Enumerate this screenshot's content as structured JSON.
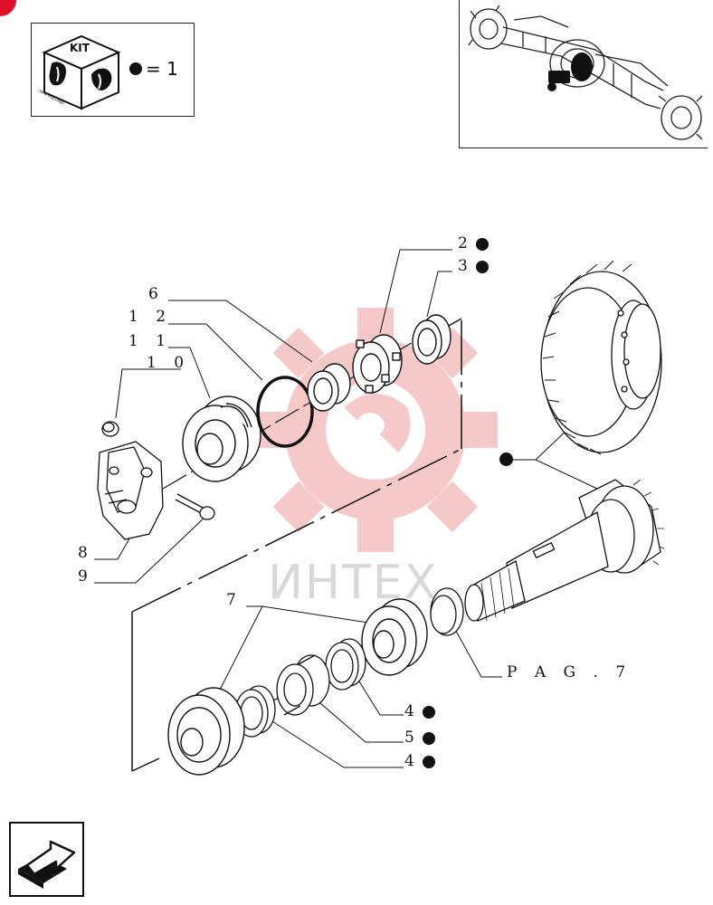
{
  "kit_legend": {
    "badge_text": "KIT",
    "brand_text": "NEW HOLLAND",
    "equals_text": "= 1"
  },
  "watermark": {
    "text": "ИНТЕХ"
  },
  "callouts": [
    {
      "id": "6",
      "label": "6",
      "has_kit_dot": false
    },
    {
      "id": "12",
      "label": "1 2",
      "has_kit_dot": false
    },
    {
      "id": "11",
      "label": "1 1",
      "has_kit_dot": false
    },
    {
      "id": "10",
      "label": "1 0",
      "has_kit_dot": false
    },
    {
      "id": "2",
      "label": "2",
      "has_kit_dot": true
    },
    {
      "id": "3",
      "label": "3",
      "has_kit_dot": true
    },
    {
      "id": "8",
      "label": "8",
      "has_kit_dot": false
    },
    {
      "id": "9",
      "label": "9",
      "has_kit_dot": false
    },
    {
      "id": "7",
      "label": "7",
      "has_kit_dot": false
    },
    {
      "id": "page-ref",
      "label": "P A G .   7",
      "has_kit_dot": false
    },
    {
      "id": "4a",
      "label": "4",
      "has_kit_dot": true
    },
    {
      "id": "5",
      "label": "5",
      "has_kit_dot": true
    },
    {
      "id": "4b",
      "label": "4",
      "has_kit_dot": true
    }
  ],
  "colors": {
    "line": "#111111",
    "watermark": "#f4c2c2",
    "corner_mark": "#e0102a"
  },
  "icons": {
    "kit_icon": "kit-cube-icon",
    "nav_icon": "return-arrow-icon",
    "axle_thumbnail": "axle-assembly-icon"
  }
}
